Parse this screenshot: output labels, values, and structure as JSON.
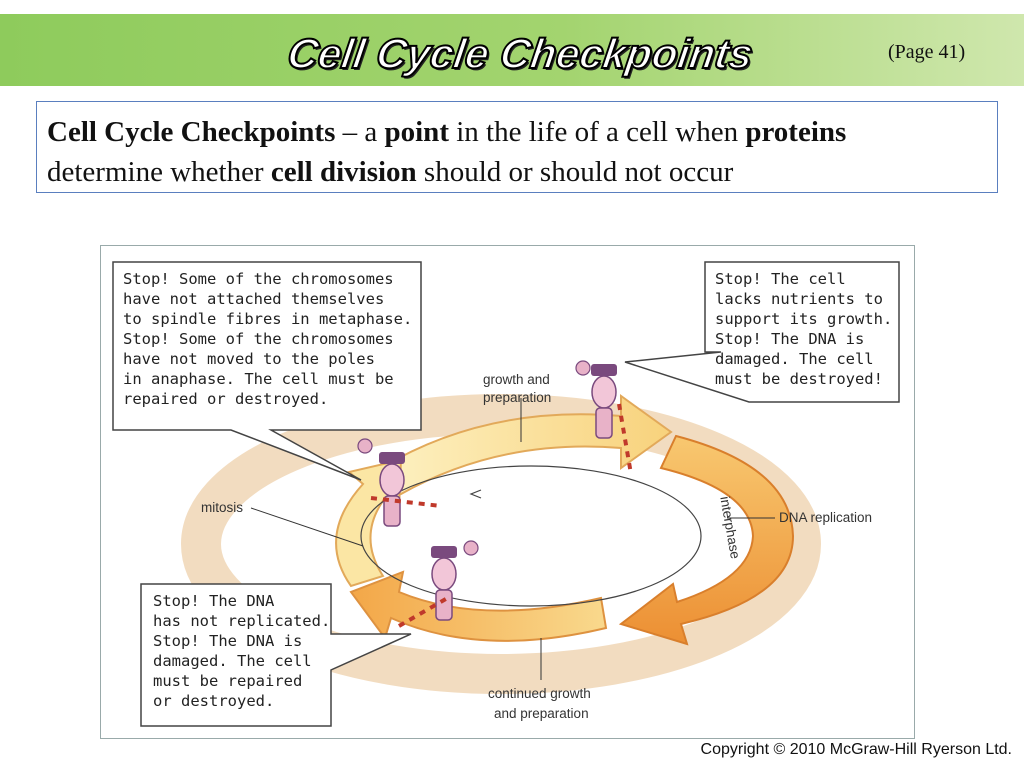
{
  "slide": {
    "title": "Cell Cycle Checkpoints",
    "page_ref": "(Page 41)",
    "copyright": "Copyright © 2010 McGraw-Hill Ryerson Ltd."
  },
  "definition": {
    "term": "Cell Cycle Checkpoints",
    "part1": " – a ",
    "b1": "point",
    "part2": " in the life of a cell when ",
    "b2": "proteins",
    "part3": "determine whether ",
    "b3": "cell division",
    "part4": " should or should not occur"
  },
  "diagram": {
    "labels": {
      "growth1": "growth and",
      "growth2": "preparation",
      "mitosis": "mitosis",
      "interphase": "interphase",
      "dna_replication": "DNA replication",
      "continued1": "continued growth",
      "continued2": "and preparation"
    },
    "bubbles": {
      "mitosis_checkpoint": [
        "Stop! Some of the chromosomes",
        "have not attached themselves",
        "to spindle fibres in metaphase.",
        "Stop! Some of the chromosomes",
        "have not moved to the poles",
        "in anaphase. The cell must be",
        "repaired or destroyed."
      ],
      "g1_checkpoint": [
        "Stop! The cell",
        "lacks nutrients to",
        "support its growth.",
        "Stop! The DNA is",
        "damaged. The cell",
        "must be destroyed!"
      ],
      "g2_checkpoint": [
        "Stop! The DNA",
        "has not replicated.",
        "Stop! The DNA is",
        "damaged. The cell",
        "must be repaired",
        "or destroyed."
      ]
    },
    "colors": {
      "arrow_light": "#fbe8a6",
      "arrow_mid": "#f7c46a",
      "arrow_dark": "#ee9a3c",
      "guard_purple": "#7a4a7e"
    }
  }
}
